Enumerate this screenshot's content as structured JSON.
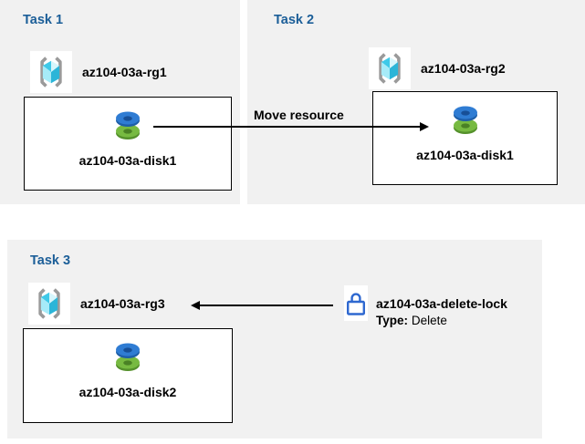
{
  "task1": {
    "title": "Task 1",
    "rg_name": "az104-03a-rg1",
    "disk_name": "az104-03a-disk1"
  },
  "task2": {
    "title": "Task 2",
    "rg_name": "az104-03a-rg2",
    "disk_name": "az104-03a-disk1"
  },
  "task3": {
    "title": "Task 3",
    "rg_name": "az104-03a-rg3",
    "disk_name": "az104-03a-disk2"
  },
  "move_arrow": {
    "label": "Move resource"
  },
  "lock": {
    "name": "az104-03a-delete-lock",
    "type_label": "Type:",
    "type_value": "Delete"
  },
  "icons": {
    "resource_group": "resource-group-icon",
    "disk": "disk-icon",
    "lock": "lock-icon"
  },
  "colors": {
    "panel_bg": "#f1f1f1",
    "task_title_blue": "#1b5e98",
    "box_border": "#000000",
    "arrow": "#000000",
    "disk_blue": "#2f7cd3",
    "disk_blue_dark": "#1e5fa8",
    "disk_green": "#77ba41",
    "disk_green_dark": "#55912c",
    "cube_cyan_medium": "#3fc9e8",
    "cube_cyan_pale": "#d6f6fc",
    "cube_cyan_light": "#a6ebf8",
    "cube_cyan_dark": "#2cb5d8",
    "bracket_gray": "#9a9a9a",
    "lock_blue": "#2e68d0"
  }
}
